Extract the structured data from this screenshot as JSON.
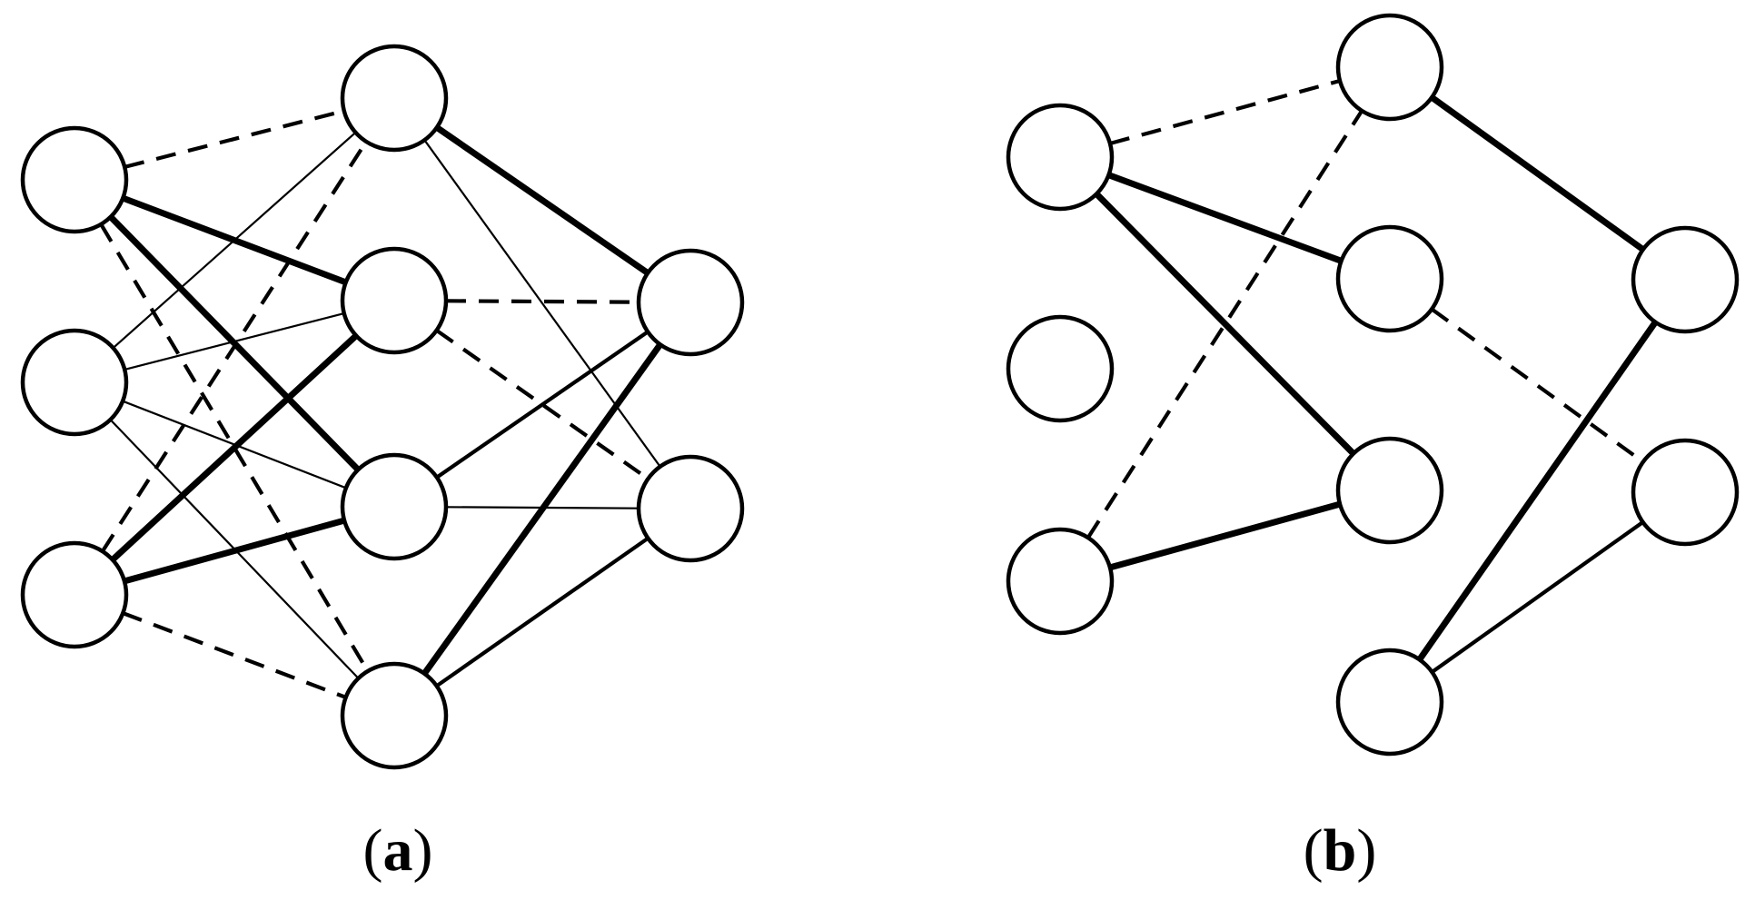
{
  "diagram": {
    "stroke_color": "#000000",
    "node_fill": "#ffffff",
    "panels": [
      {
        "id": "a",
        "label_open": "(",
        "label_letter": "a",
        "label_close": ")",
        "layers": [
          3,
          4,
          2
        ],
        "nodes": [
          {
            "id": "a-i0",
            "layer": 0,
            "index": 0
          },
          {
            "id": "a-i1",
            "layer": 0,
            "index": 1
          },
          {
            "id": "a-i2",
            "layer": 0,
            "index": 2
          },
          {
            "id": "a-h0",
            "layer": 1,
            "index": 0
          },
          {
            "id": "a-h1",
            "layer": 1,
            "index": 1
          },
          {
            "id": "a-h2",
            "layer": 1,
            "index": 2
          },
          {
            "id": "a-h3",
            "layer": 1,
            "index": 3
          },
          {
            "id": "a-o0",
            "layer": 2,
            "index": 0
          },
          {
            "id": "a-o1",
            "layer": 2,
            "index": 1
          }
        ],
        "edges": [
          {
            "from": "a-i0",
            "to": "a-h0",
            "style": "dashed",
            "weight": "medium"
          },
          {
            "from": "a-i0",
            "to": "a-h1",
            "style": "solid",
            "weight": "thick"
          },
          {
            "from": "a-i0",
            "to": "a-h2",
            "style": "solid",
            "weight": "thick"
          },
          {
            "from": "a-i0",
            "to": "a-h3",
            "style": "dashed",
            "weight": "medium"
          },
          {
            "from": "a-i1",
            "to": "a-h0",
            "style": "solid",
            "weight": "thin"
          },
          {
            "from": "a-i1",
            "to": "a-h1",
            "style": "solid",
            "weight": "thin"
          },
          {
            "from": "a-i1",
            "to": "a-h2",
            "style": "solid",
            "weight": "thin"
          },
          {
            "from": "a-i1",
            "to": "a-h3",
            "style": "solid",
            "weight": "thin"
          },
          {
            "from": "a-i2",
            "to": "a-h0",
            "style": "dashed",
            "weight": "medium"
          },
          {
            "from": "a-i2",
            "to": "a-h1",
            "style": "solid",
            "weight": "thick"
          },
          {
            "from": "a-i2",
            "to": "a-h2",
            "style": "solid",
            "weight": "thick"
          },
          {
            "from": "a-i2",
            "to": "a-h3",
            "style": "dashed",
            "weight": "medium"
          },
          {
            "from": "a-h0",
            "to": "a-o0",
            "style": "solid",
            "weight": "thick"
          },
          {
            "from": "a-h0",
            "to": "a-o1",
            "style": "solid",
            "weight": "thin"
          },
          {
            "from": "a-h1",
            "to": "a-o0",
            "style": "dashed",
            "weight": "medium"
          },
          {
            "from": "a-h1",
            "to": "a-o1",
            "style": "dashed",
            "weight": "medium"
          },
          {
            "from": "a-h2",
            "to": "a-o0",
            "style": "solid",
            "weight": "medium"
          },
          {
            "from": "a-h2",
            "to": "a-o1",
            "style": "solid",
            "weight": "thin"
          },
          {
            "from": "a-h3",
            "to": "a-o0",
            "style": "solid",
            "weight": "thick"
          },
          {
            "from": "a-h3",
            "to": "a-o1",
            "style": "solid",
            "weight": "medium"
          }
        ]
      },
      {
        "id": "b",
        "label_open": "(",
        "label_letter": "b",
        "label_close": ")",
        "layers": [
          3,
          4,
          2
        ],
        "nodes": [
          {
            "id": "b-i0",
            "layer": 0,
            "index": 0
          },
          {
            "id": "b-i1",
            "layer": 0,
            "index": 1
          },
          {
            "id": "b-i2",
            "layer": 0,
            "index": 2
          },
          {
            "id": "b-h0",
            "layer": 1,
            "index": 0
          },
          {
            "id": "b-h1",
            "layer": 1,
            "index": 1
          },
          {
            "id": "b-h2",
            "layer": 1,
            "index": 2
          },
          {
            "id": "b-h3",
            "layer": 1,
            "index": 3
          },
          {
            "id": "b-o0",
            "layer": 2,
            "index": 0
          },
          {
            "id": "b-o1",
            "layer": 2,
            "index": 1
          }
        ],
        "edges": [
          {
            "from": "b-i0",
            "to": "b-h0",
            "style": "dashed",
            "weight": "medium"
          },
          {
            "from": "b-i0",
            "to": "b-h1",
            "style": "solid",
            "weight": "thick"
          },
          {
            "from": "b-i0",
            "to": "b-h2",
            "style": "solid",
            "weight": "thick"
          },
          {
            "from": "b-i2",
            "to": "b-h0",
            "style": "dashed",
            "weight": "medium"
          },
          {
            "from": "b-i2",
            "to": "b-h2",
            "style": "solid",
            "weight": "thick"
          },
          {
            "from": "b-h0",
            "to": "b-o0",
            "style": "solid",
            "weight": "thick"
          },
          {
            "from": "b-h1",
            "to": "b-o1",
            "style": "dashed",
            "weight": "medium"
          },
          {
            "from": "b-h3",
            "to": "b-o0",
            "style": "solid",
            "weight": "thick"
          },
          {
            "from": "b-h3",
            "to": "b-o1",
            "style": "solid",
            "weight": "medium"
          }
        ]
      }
    ]
  }
}
